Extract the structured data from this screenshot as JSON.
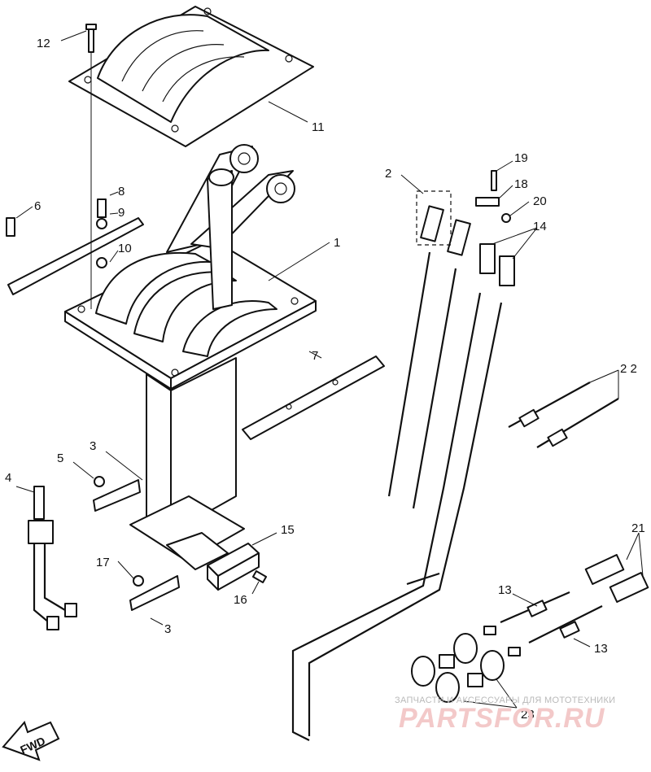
{
  "callouts": [
    {
      "id": "c12",
      "text": "12"
    },
    {
      "id": "c11",
      "text": "11"
    },
    {
      "id": "c8",
      "text": "8"
    },
    {
      "id": "c9",
      "text": "9"
    },
    {
      "id": "c10",
      "text": "10"
    },
    {
      "id": "c6",
      "text": "6"
    },
    {
      "id": "c1",
      "text": "1"
    },
    {
      "id": "c7",
      "text": "7"
    },
    {
      "id": "c3a",
      "text": "3"
    },
    {
      "id": "c5",
      "text": "5"
    },
    {
      "id": "c4",
      "text": "4"
    },
    {
      "id": "c17",
      "text": "17"
    },
    {
      "id": "c3b",
      "text": "3"
    },
    {
      "id": "c15",
      "text": "15"
    },
    {
      "id": "c16",
      "text": "16"
    },
    {
      "id": "c2",
      "text": "2"
    },
    {
      "id": "c19",
      "text": "19"
    },
    {
      "id": "c18",
      "text": "18"
    },
    {
      "id": "c20",
      "text": "20"
    },
    {
      "id": "c14",
      "text": "14"
    },
    {
      "id": "c22",
      "text": "2 2"
    },
    {
      "id": "c21",
      "text": "21"
    },
    {
      "id": "c13a",
      "text": "13"
    },
    {
      "id": "c13b",
      "text": "13"
    },
    {
      "id": "c23",
      "text": "23"
    }
  ],
  "direction_label": "FWD",
  "watermark": {
    "caption": "ЗАПЧАСТИ И АКСЕССУАРЫ ДЛЯ МОТОТЕХНИКИ",
    "logo": "PARTSFOR.RU"
  }
}
